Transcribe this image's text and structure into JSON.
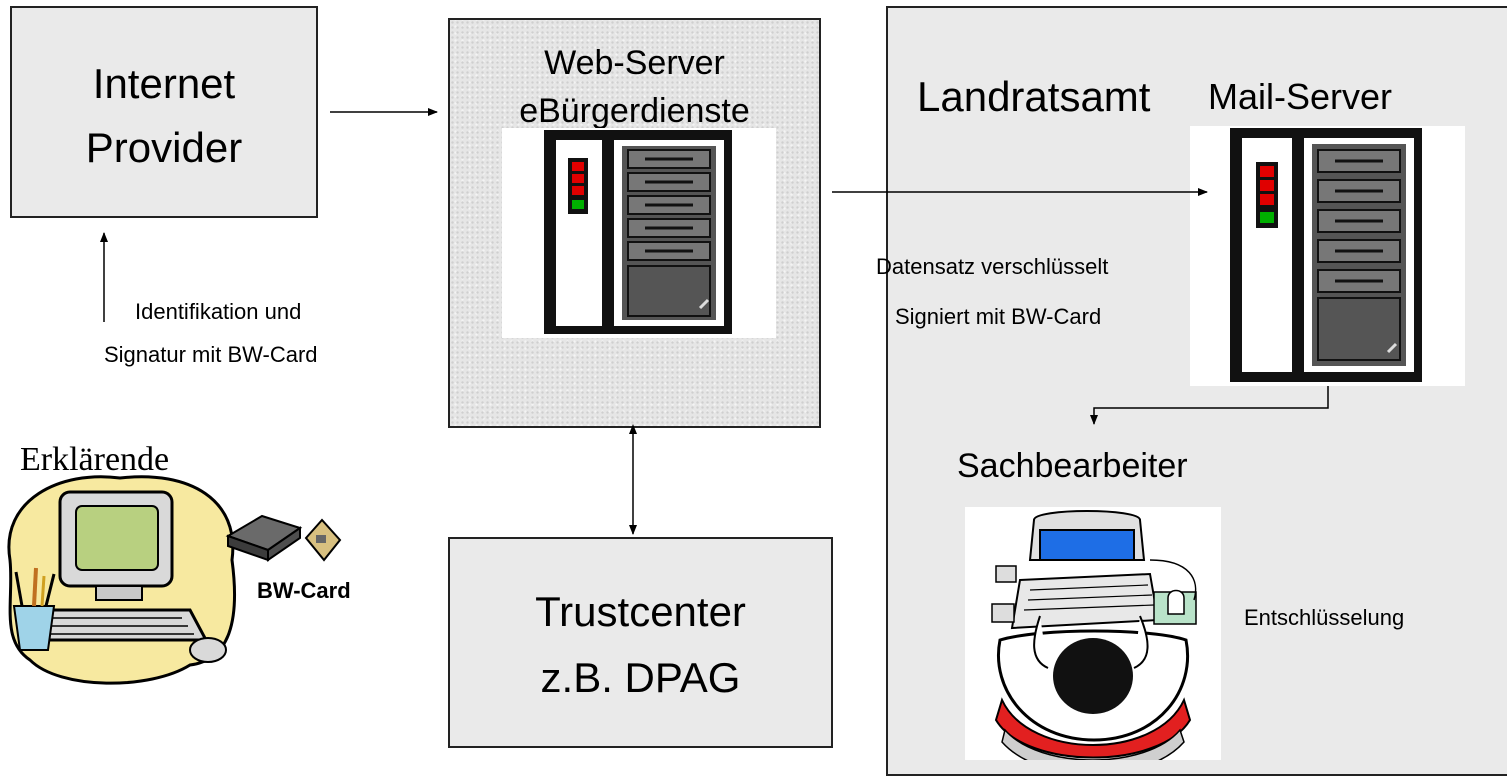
{
  "internet_provider": {
    "line1": "Internet",
    "line2": "Provider"
  },
  "web_server": {
    "line1": "Web-Server",
    "line2": "eBürgerdienste"
  },
  "landratsamt": {
    "title": "Landratsamt"
  },
  "mail_server": {
    "label": "Mail-Server"
  },
  "labels": {
    "identifikation_line1": "Identifikation und",
    "identifikation_line2": "Signatur mit BW-Card",
    "datensatz": "Datensatz verschlüsselt",
    "signiert": "Signiert mit BW-Card",
    "sachbearbeiter": "Sachbearbeiter",
    "entschluesselung": "Entschlüsselung",
    "erklaerende": "Erklärende",
    "bw_card": "BW-Card"
  },
  "trustcenter": {
    "line1": "Trustcenter",
    "line2": "z.B. DPAG"
  },
  "colors": {
    "box_fill": "#eaeaea",
    "border": "#222222",
    "led_red": "#e00000",
    "led_green": "#00b000",
    "monitor_screen": "#1e6ee6"
  }
}
